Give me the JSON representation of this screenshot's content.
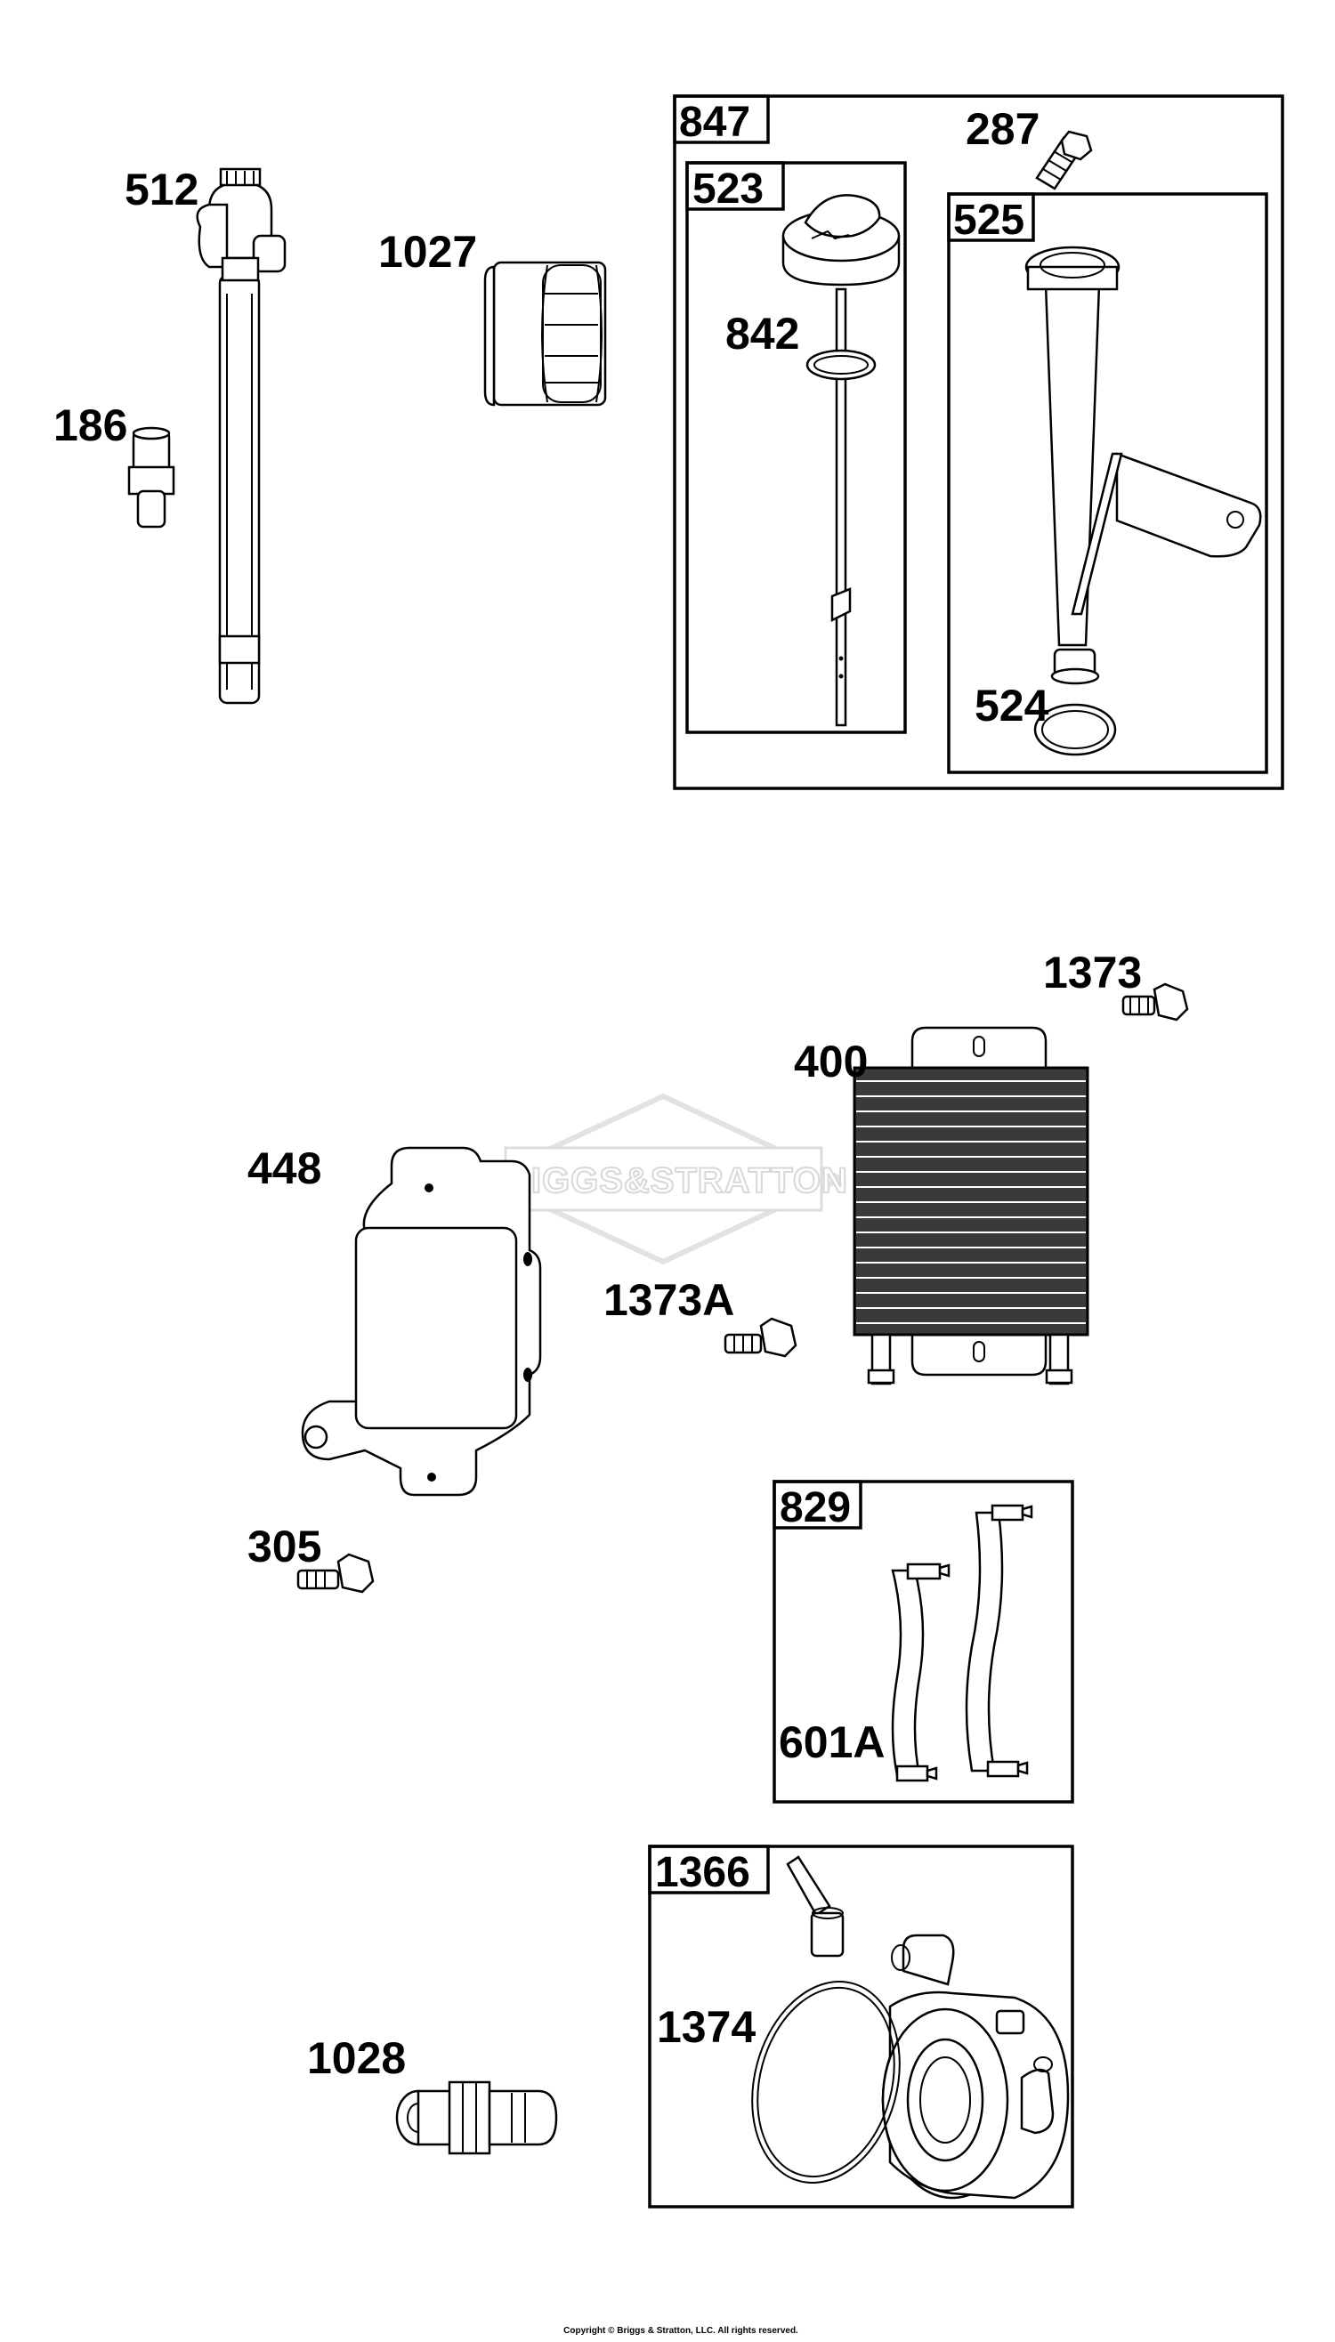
{
  "diagram": {
    "labels": {
      "l512": "512",
      "l186": "186",
      "l1027": "1027",
      "l847": "847",
      "l287": "287",
      "l523": "523",
      "l525": "525",
      "l842": "842",
      "l524": "524",
      "l1373": "1373",
      "l400": "400",
      "l448": "448",
      "l1373A": "1373A",
      "l305": "305",
      "l829": "829",
      "l601A": "601A",
      "l1366": "1366",
      "l1374": "1374",
      "l1028": "1028"
    },
    "watermark": "BRIGGS&STRATTON",
    "copyright": "Copyright © Briggs & Stratton, LLC. All rights reserved."
  }
}
